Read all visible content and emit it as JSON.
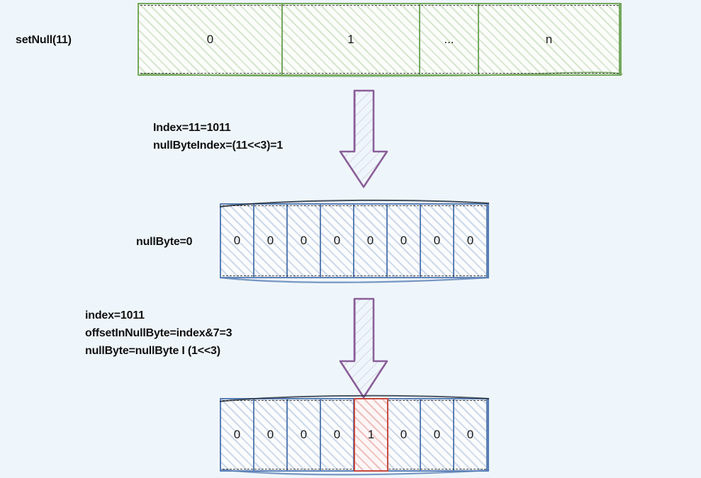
{
  "figure": {
    "title": "setNull(11) null-bitmap diagram",
    "background_color": "#eff6fb"
  },
  "colors": {
    "green": "#74a85e",
    "blue": "#5a7fb5",
    "red": "#c64a41",
    "purple": "#8a5f9a",
    "text": "#111111"
  },
  "stage_top": {
    "label": "setNull(11)",
    "array_name": "value-array",
    "cells": [
      "0",
      "1",
      "...",
      "n"
    ],
    "border_color": "#74a85e"
  },
  "note_one": {
    "lines": [
      "Index=11=1011",
      "nullByteIndex=(11<<3)=1"
    ]
  },
  "arrow_one": {
    "name": "down-arrow",
    "direction": "down",
    "color": "#8a5f9a"
  },
  "stage_middle": {
    "label": "nullByte=0",
    "array_name": "null-byte-bits-before",
    "cells": [
      "0",
      "0",
      "0",
      "0",
      "0",
      "0",
      "0",
      "0"
    ],
    "border_color": "#5a7fb5"
  },
  "note_two": {
    "lines": [
      "index=1011",
      "offsetInNullByte=index&7=3",
      "nullByte=nullByte I (1<<3)"
    ]
  },
  "arrow_two": {
    "name": "down-arrow",
    "direction": "down",
    "color": "#8a5f9a"
  },
  "stage_bottom": {
    "array_name": "null-byte-bits-after",
    "cells": [
      "0",
      "0",
      "0",
      "0",
      "1",
      "0",
      "0",
      "0"
    ],
    "highlight_index": 4,
    "border_color": "#5a7fb5",
    "highlight_color": "#c64a41"
  }
}
